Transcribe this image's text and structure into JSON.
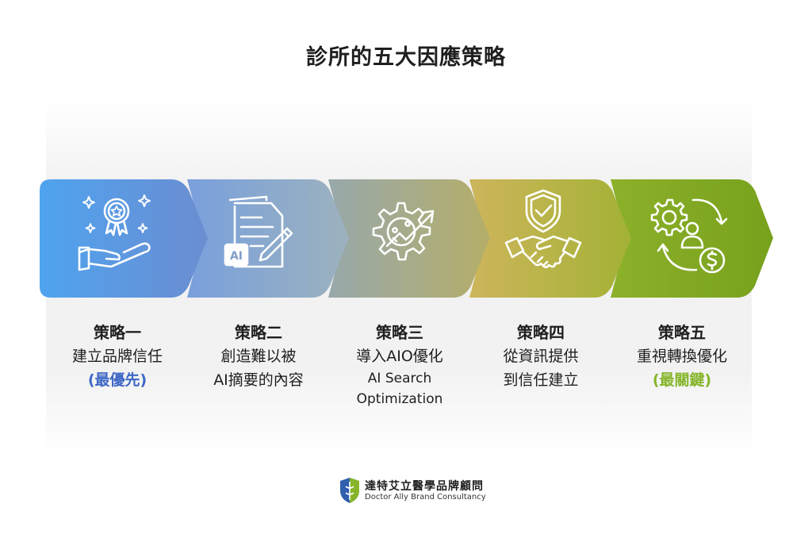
{
  "title": "診所的五大因應策略",
  "colors": {
    "s1_start": "#4fa3ef",
    "s1_end": "#6d8fd3",
    "s2_start": "#7aa0dc",
    "s2_end": "#9ab0c0",
    "s3_start": "#9aa9a8",
    "s3_end": "#b3ad6a",
    "s4_start": "#c9b45a",
    "s4_end": "#a9b33a",
    "s5_start": "#8fb028",
    "s5_end": "#7aa21e",
    "highlight_blue": "#3f68c6",
    "highlight_green": "#86b52a"
  },
  "strategies": [
    {
      "head": "策略一",
      "line1": "建立品牌信任",
      "line2": "(最優先)",
      "icon": "award-hand-icon"
    },
    {
      "head": "策略二",
      "line1": "創造難以被",
      "line2": "AI摘要的內容",
      "icon": "ai-document-pen-icon"
    },
    {
      "head": "策略三",
      "line1": "導入AIO優化",
      "line2": "AI Search",
      "line3": "Optimization",
      "icon": "gear-growth-arrow-icon"
    },
    {
      "head": "策略四",
      "line1": "從資訊提供",
      "line2": "到信任建立",
      "icon": "shield-handshake-icon"
    },
    {
      "head": "策略五",
      "line1": "重視轉換優化",
      "line2": "(最關鍵)",
      "icon": "conversion-cycle-icon"
    }
  ],
  "logo": {
    "name_zh": "達特艾立醫學品牌顧問",
    "name_en": "Doctor Ally Brand Consultancy",
    "icon": "shield-crest-logo-icon"
  }
}
